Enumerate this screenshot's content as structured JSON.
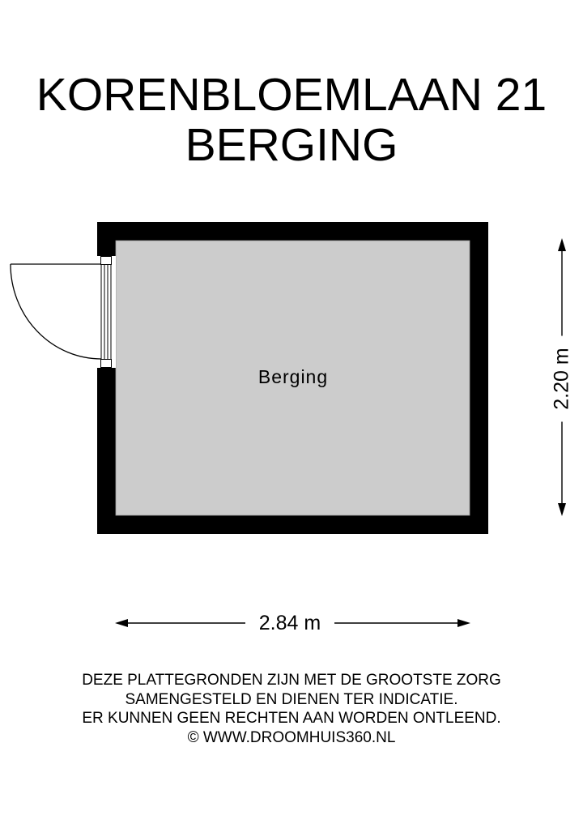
{
  "title": {
    "line1": "KORENBLOEMLAAN 21",
    "line2": "BERGING"
  },
  "floorplan": {
    "rooms": [
      {
        "label": "Berging",
        "fill": "#cccccc"
      }
    ],
    "wall_color": "#000000",
    "door": {
      "position": "left-wall",
      "swing": "outward"
    }
  },
  "dimensions": {
    "width": "2.84 m",
    "depth": "2.20 m"
  },
  "disclaimer": {
    "lines": [
      "DEZE PLATTEGRONDEN ZIJN MET DE GROOTSTE ZORG",
      "SAMENGESTELD EN DIENEN TER INDICATIE.",
      "ER KUNNEN GEEN RECHTEN AAN WORDEN ONTLEEND.",
      "© WWW.DROOMHUIS360.NL"
    ]
  }
}
